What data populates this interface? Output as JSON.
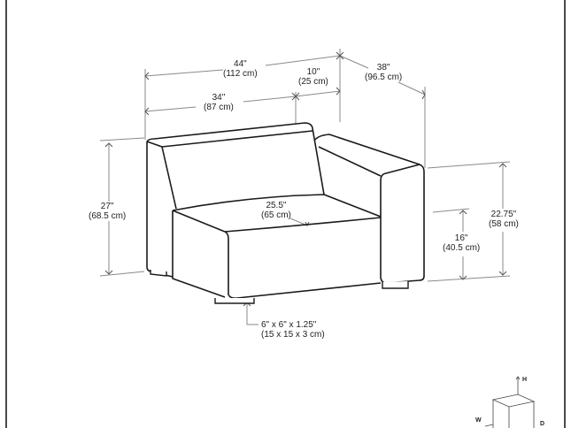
{
  "diagram": {
    "subject": "Sofa armchair module (right arm) dimension drawing",
    "colors": {
      "outline": "#1a1a1a",
      "dimension_line": "#8a8a8a",
      "frame": "#4a4a4a",
      "background": "#ffffff"
    },
    "dimensions": {
      "overall_width": {
        "imperial": "44\"",
        "metric": "(112 cm)"
      },
      "seat_width": {
        "imperial": "34\"",
        "metric": "(87 cm)"
      },
      "arm_width": {
        "imperial": "10\"",
        "metric": "(25 cm)"
      },
      "depth": {
        "imperial": "38\"",
        "metric": "(96.5 cm)"
      },
      "height": {
        "imperial": "27\"",
        "metric": "(68.5 cm)"
      },
      "seat_depth": {
        "imperial": "25.5\"",
        "metric": "(65 cm)"
      },
      "seat_height": {
        "imperial": "16\"",
        "metric": "(40.5 cm)"
      },
      "arm_height": {
        "imperial": "22.75\"",
        "metric": "(58 cm)"
      },
      "leg_size": {
        "imperial": "6\" x 6\" x 1.25\"",
        "metric": "(15 x 15 x 3 cm)"
      }
    },
    "axis_legend": {
      "h": "H",
      "w": "W",
      "d": "D"
    }
  }
}
